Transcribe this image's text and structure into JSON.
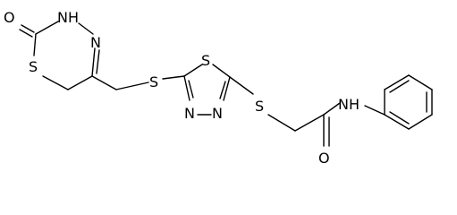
{
  "molecule": {
    "atoms": [
      {
        "id": "o-carbonyl-ring",
        "label": "O"
      },
      {
        "id": "nh-ring",
        "label": "NH"
      },
      {
        "id": "n-ring",
        "label": "N"
      },
      {
        "id": "s-ring",
        "label": "S"
      },
      {
        "id": "s-linker-left",
        "label": "S"
      },
      {
        "id": "s-thiadiazole",
        "label": "S"
      },
      {
        "id": "n-thiadiazole-left",
        "label": "N"
      },
      {
        "id": "n-thiadiazole-right",
        "label": "N"
      },
      {
        "id": "s-linker-right",
        "label": "S"
      },
      {
        "id": "nh-amide",
        "label": "NH"
      },
      {
        "id": "o-amide",
        "label": "O"
      }
    ]
  }
}
